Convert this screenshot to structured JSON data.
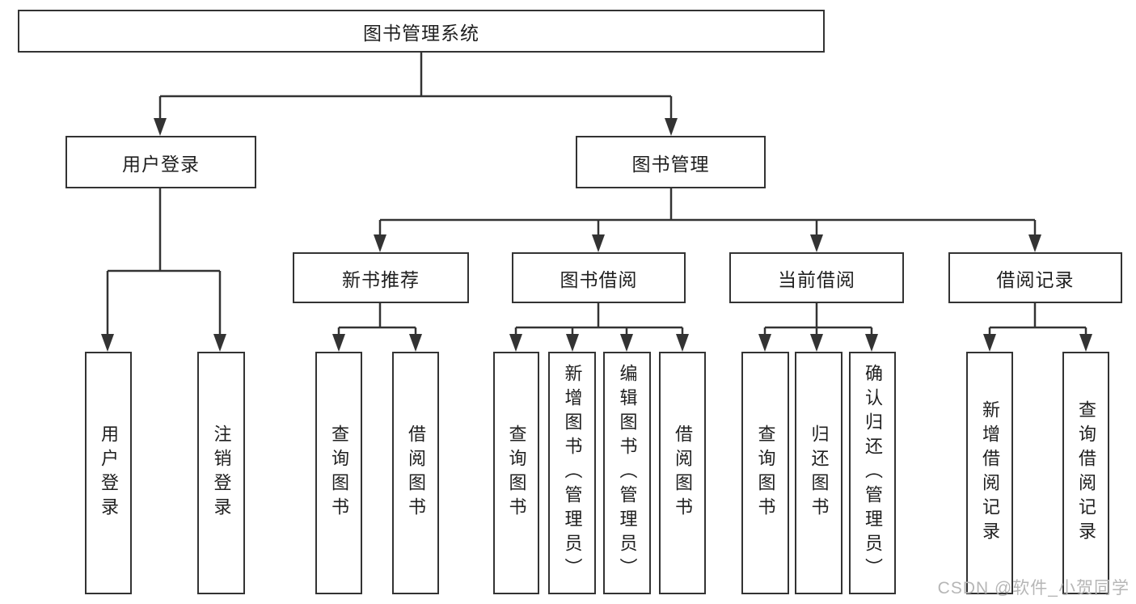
{
  "colors": {
    "line": "#333333",
    "box_border": "#333333",
    "text": "#1f1f1f",
    "watermark": "#b6b6b6",
    "background": "#ffffff"
  },
  "watermark": {
    "text": "CSDN @软件_小贺同学"
  },
  "tree": {
    "label": "图书管理系统",
    "children": [
      {
        "label": "用户登录",
        "children": [
          {
            "label": "用户登录"
          },
          {
            "label": "注销登录"
          }
        ]
      },
      {
        "label": "图书管理",
        "children": [
          {
            "label": "新书推荐",
            "children": [
              {
                "label": "查询图书"
              },
              {
                "label": "借阅图书"
              }
            ]
          },
          {
            "label": "图书借阅",
            "children": [
              {
                "label": "查询图书"
              },
              {
                "label": "新增图书（管理员）"
              },
              {
                "label": "编辑图书（管理员）"
              },
              {
                "label": "借阅图书"
              }
            ]
          },
          {
            "label": "当前借阅",
            "children": [
              {
                "label": "查询图书"
              },
              {
                "label": "归还图书"
              },
              {
                "label": "确认归还（管理员）"
              }
            ]
          },
          {
            "label": "借阅记录",
            "children": [
              {
                "label": "新增借阅记录"
              },
              {
                "label": "查询借阅记录"
              }
            ]
          }
        ]
      }
    ]
  }
}
